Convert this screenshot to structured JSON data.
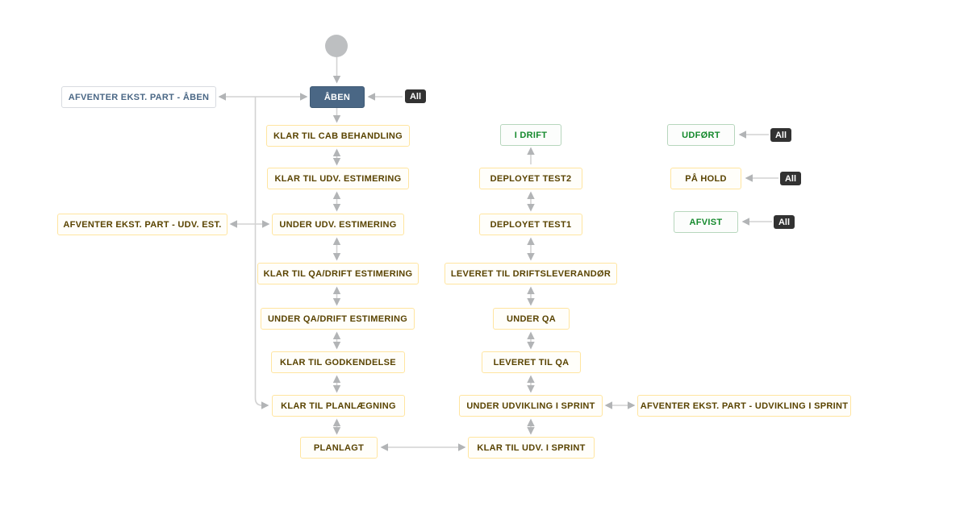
{
  "diagram": {
    "title": "workflow-status-diagram",
    "all_label": "All",
    "colors": {
      "initial_fill": "#4a6785",
      "todo_text": "#4a6785",
      "todo_border": "#d8dbe0",
      "in_progress_text": "#594300",
      "in_progress_border": "#ffe5a0",
      "done_text": "#14892c",
      "done_border": "#b7d6bd",
      "badge_bg": "#323232",
      "line": "#d2d2d2",
      "arrowhead": "#b2b4b6",
      "start_circle": "#bdbfc1"
    },
    "statuses": [
      {
        "label": "ÅBEN",
        "category": "initial"
      },
      {
        "label": "AFVENTER EKST. PART - ÅBEN",
        "category": "todo"
      },
      {
        "label": "KLAR TIL CAB BEHANDLING",
        "category": "in-progress"
      },
      {
        "label": "KLAR TIL UDV. ESTIMERING",
        "category": "in-progress"
      },
      {
        "label": "UNDER UDV. ESTIMERING",
        "category": "in-progress"
      },
      {
        "label": "AFVENTER EKST. PART - UDV. EST.",
        "category": "in-progress"
      },
      {
        "label": "KLAR TIL QA/DRIFT ESTIMERING",
        "category": "in-progress"
      },
      {
        "label": "UNDER QA/DRIFT ESTIMERING",
        "category": "in-progress"
      },
      {
        "label": "KLAR TIL GODKENDELSE",
        "category": "in-progress"
      },
      {
        "label": "KLAR TIL PLANLÆGNING",
        "category": "in-progress"
      },
      {
        "label": "PLANLAGT",
        "category": "in-progress"
      },
      {
        "label": "I DRIFT",
        "category": "done"
      },
      {
        "label": "DEPLOYET TEST2",
        "category": "in-progress"
      },
      {
        "label": "DEPLOYET TEST1",
        "category": "in-progress"
      },
      {
        "label": "LEVERET TIL DRIFTSLEVERANDØR",
        "category": "in-progress"
      },
      {
        "label": "UNDER QA",
        "category": "in-progress"
      },
      {
        "label": "LEVERET TIL QA",
        "category": "in-progress"
      },
      {
        "label": "UNDER UDVIKLING I SPRINT",
        "category": "in-progress"
      },
      {
        "label": "KLAR TIL UDV. I SPRINT",
        "category": "in-progress"
      },
      {
        "label": "AFVENTER EKST. PART - UDVIKLING I SPRINT",
        "category": "in-progress"
      },
      {
        "label": "UDFØRT",
        "category": "done"
      },
      {
        "label": "PÅ HOLD",
        "category": "in-progress"
      },
      {
        "label": "AFVIST",
        "category": "done"
      }
    ],
    "transitions": [
      {
        "from": "start",
        "to": "ÅBEN",
        "bidirectional": false
      },
      {
        "from": "AFVENTER EKST. PART - ÅBEN",
        "to": "ÅBEN",
        "bidirectional": true
      },
      {
        "from": "All",
        "to": "ÅBEN",
        "bidirectional": false
      },
      {
        "from": "ÅBEN",
        "to": "KLAR TIL CAB BEHANDLING",
        "bidirectional": false
      },
      {
        "from": "ÅBEN",
        "to": "KLAR TIL PLANLÆGNING",
        "bidirectional": false
      },
      {
        "from": "KLAR TIL CAB BEHANDLING",
        "to": "KLAR TIL UDV. ESTIMERING",
        "bidirectional": true
      },
      {
        "from": "KLAR TIL UDV. ESTIMERING",
        "to": "UNDER UDV. ESTIMERING",
        "bidirectional": true
      },
      {
        "from": "UNDER UDV. ESTIMERING",
        "to": "AFVENTER EKST. PART - UDV. EST.",
        "bidirectional": true
      },
      {
        "from": "UNDER UDV. ESTIMERING",
        "to": "KLAR TIL QA/DRIFT ESTIMERING",
        "bidirectional": true
      },
      {
        "from": "KLAR TIL QA/DRIFT ESTIMERING",
        "to": "UNDER QA/DRIFT ESTIMERING",
        "bidirectional": true
      },
      {
        "from": "UNDER QA/DRIFT ESTIMERING",
        "to": "KLAR TIL GODKENDELSE",
        "bidirectional": true
      },
      {
        "from": "KLAR TIL GODKENDELSE",
        "to": "KLAR TIL PLANLÆGNING",
        "bidirectional": true
      },
      {
        "from": "KLAR TIL PLANLÆGNING",
        "to": "PLANLAGT",
        "bidirectional": true
      },
      {
        "from": "PLANLAGT",
        "to": "KLAR TIL UDV. I SPRINT",
        "bidirectional": true
      },
      {
        "from": "KLAR TIL UDV. I SPRINT",
        "to": "UNDER UDVIKLING I SPRINT",
        "bidirectional": true
      },
      {
        "from": "UNDER UDVIKLING I SPRINT",
        "to": "AFVENTER EKST. PART - UDVIKLING I SPRINT",
        "bidirectional": true
      },
      {
        "from": "UNDER UDVIKLING I SPRINT",
        "to": "LEVERET TIL QA",
        "bidirectional": true
      },
      {
        "from": "LEVERET TIL QA",
        "to": "UNDER QA",
        "bidirectional": true
      },
      {
        "from": "UNDER QA",
        "to": "LEVERET TIL DRIFTSLEVERANDØR",
        "bidirectional": true
      },
      {
        "from": "LEVERET TIL DRIFTSLEVERANDØR",
        "to": "DEPLOYET TEST1",
        "bidirectional": true
      },
      {
        "from": "DEPLOYET TEST1",
        "to": "DEPLOYET TEST2",
        "bidirectional": true
      },
      {
        "from": "DEPLOYET TEST2",
        "to": "I DRIFT",
        "bidirectional": false
      },
      {
        "from": "All",
        "to": "UDFØRT",
        "bidirectional": false
      },
      {
        "from": "All",
        "to": "PÅ HOLD",
        "bidirectional": false
      },
      {
        "from": "All",
        "to": "AFVIST",
        "bidirectional": false
      }
    ]
  }
}
